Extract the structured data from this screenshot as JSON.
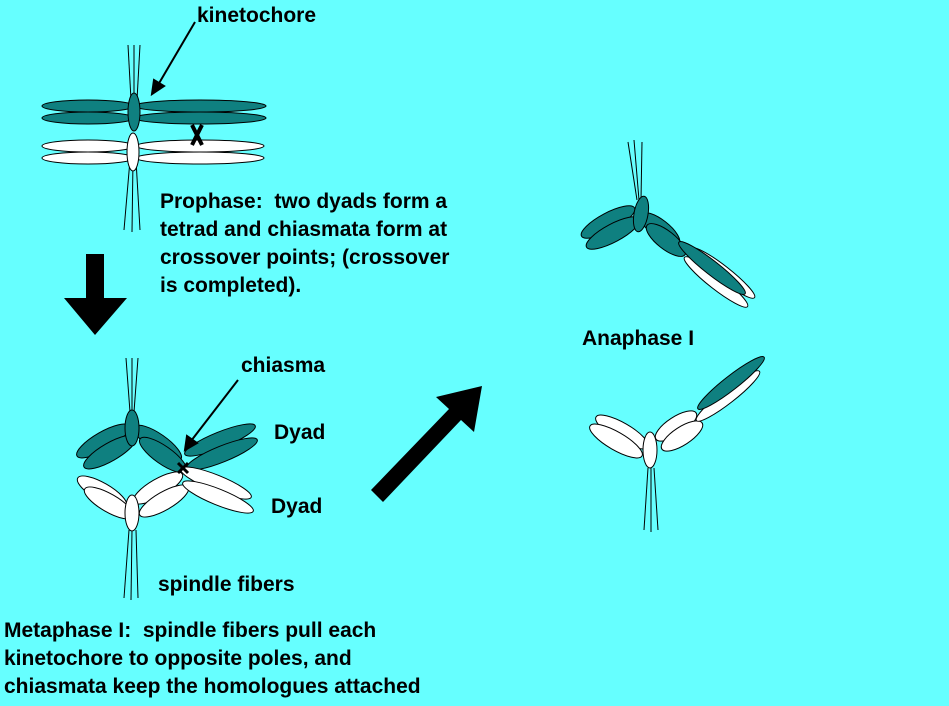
{
  "labels": {
    "kinetochore": "kinetochore",
    "prophase": "Prophase:  two dyads form a\ntetrad and chiasmata form at\ncrossover points; (crossover\nis completed).",
    "chiasma": "chiasma",
    "dyad_top": "Dyad",
    "dyad_bottom": "Dyad",
    "spindle_fibers": "spindle fibers",
    "metaphase": "Metaphase I:  spindle fibers pull each\nkinetochore to opposite poles, and\nchiasmata keep the homologues attached",
    "anaphase": "Anaphase I"
  },
  "colors": {
    "background": "#66ffff",
    "chromatid_dark": "#0f8080",
    "chromatid_light": "#ffffff",
    "outline": "#000000"
  }
}
